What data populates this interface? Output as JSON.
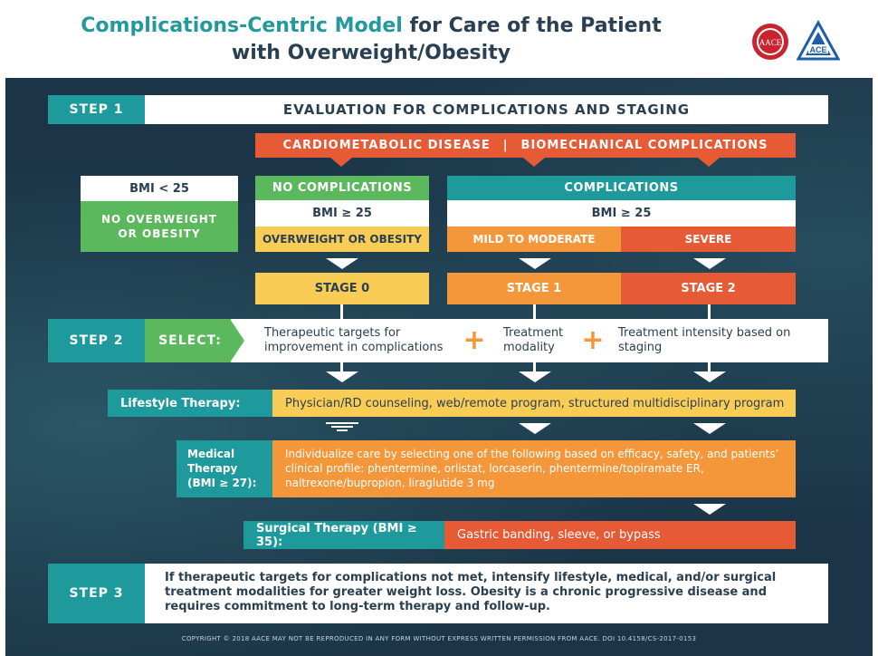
{
  "title": {
    "highlight": "Complications-Centric Model",
    "line1_rest": " for Care of the Patient",
    "line2": "with Overweight/Obesity"
  },
  "logos": {
    "aace": "AACE",
    "ace": "ACE"
  },
  "step1": {
    "label": "STEP 1",
    "heading": "EVALUATION FOR COMPLICATIONS AND STAGING",
    "disease_bar_left": "CARDIOMETABOLIC DISEASE",
    "disease_bar_sep": "|",
    "disease_bar_right": "BIOMECHANICAL COMPLICATIONS",
    "bmi_lt_25": "BMI < 25",
    "no_overweight": "NO OVERWEIGHT OR OBESITY",
    "no_complications": "NO COMPLICATIONS",
    "bmi_ge_25_a": "BMI ≥ 25",
    "overweight_or_obesity": "OVERWEIGHT OR OBESITY",
    "complications": "COMPLICATIONS",
    "bmi_ge_25_b": "BMI ≥ 25",
    "mild_to_moderate": "MILD TO MODERATE",
    "severe": "SEVERE",
    "stage0": "STAGE 0",
    "stage1": "STAGE 1",
    "stage2": "STAGE 2"
  },
  "step2": {
    "label": "STEP 2",
    "select": "SELECT:",
    "item1": "Therapeutic targets for improvement in complications",
    "item2": "Treatment modality",
    "item3": "Treatment intensity based on staging",
    "plus": "+"
  },
  "therapies": {
    "lifestyle_label": "Lifestyle Therapy:",
    "lifestyle_text": "Physician/RD counseling, web/remote program, structured multidisciplinary program",
    "medical_label": "Medical Therapy (BMI ≥ 27):",
    "medical_text": "Individualize care by selecting one of the following based on efficacy, safety, and patients’ clinical profile: phentermine, orlistat, lorcaserin, phentermine/topiramate ER, naltrexone/bupropion, liraglutide 3 mg",
    "surgical_label": "Surgical Therapy (BMI ≥ 35):",
    "surgical_text": "Gastric banding, sleeve, or bypass"
  },
  "step3": {
    "label": "STEP 3",
    "text": "If therapeutic targets for complications not met, intensify lifestyle, medical, and/or surgical treatment modalities for greater weight loss. Obesity is a chronic progressive disease and requires commitment to long-term therapy and follow-up."
  },
  "copyright": "COPYRIGHT © 2018 AACE  MAY NOT BE REPRODUCED IN ANY FORM WITHOUT EXPRESS WRITTEN PERMISSION FROM AACE.  DOI 10.4158/CS-2017-0153",
  "colors": {
    "teal": "#1f9a9c",
    "green": "#5cb85c",
    "yellow": "#f9cd55",
    "orange": "#f3973a",
    "red": "#e65a35",
    "navy": "#1b3447"
  }
}
